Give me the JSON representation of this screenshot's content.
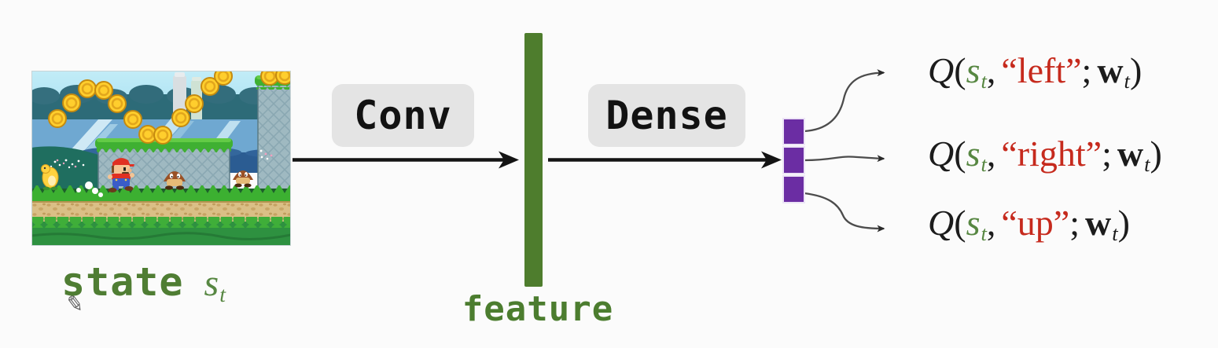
{
  "diagram": {
    "state_label": "state",
    "state_symbol": "s",
    "state_subscript": "t",
    "conv_label": "Conv",
    "dense_label": "Dense",
    "feature_label": "feature",
    "pencil_icon": "✎"
  },
  "math_tokens": {
    "q": "Q",
    "open_paren": "(",
    "s": "s",
    "sub_t": "t",
    "comma": ",",
    "semicolon": ";",
    "w": "w",
    "close_paren": ")"
  },
  "outputs": [
    {
      "action_quoted": "“left”"
    },
    {
      "action_quoted": "“right”"
    },
    {
      "action_quoted": "“up”"
    }
  ],
  "icons": {
    "game_screenshot": "super-mario-run-gameplay"
  },
  "colors": {
    "background": "#fbfbfb",
    "label_green": "#4f7d33",
    "feature_bar_green": "#4e7d2d",
    "symbol_green": "#578742",
    "action_red": "#c62a1d",
    "output_purple": "#6b2da3",
    "box_gray": "#e4e4e4",
    "arrow_black": "#141414"
  }
}
